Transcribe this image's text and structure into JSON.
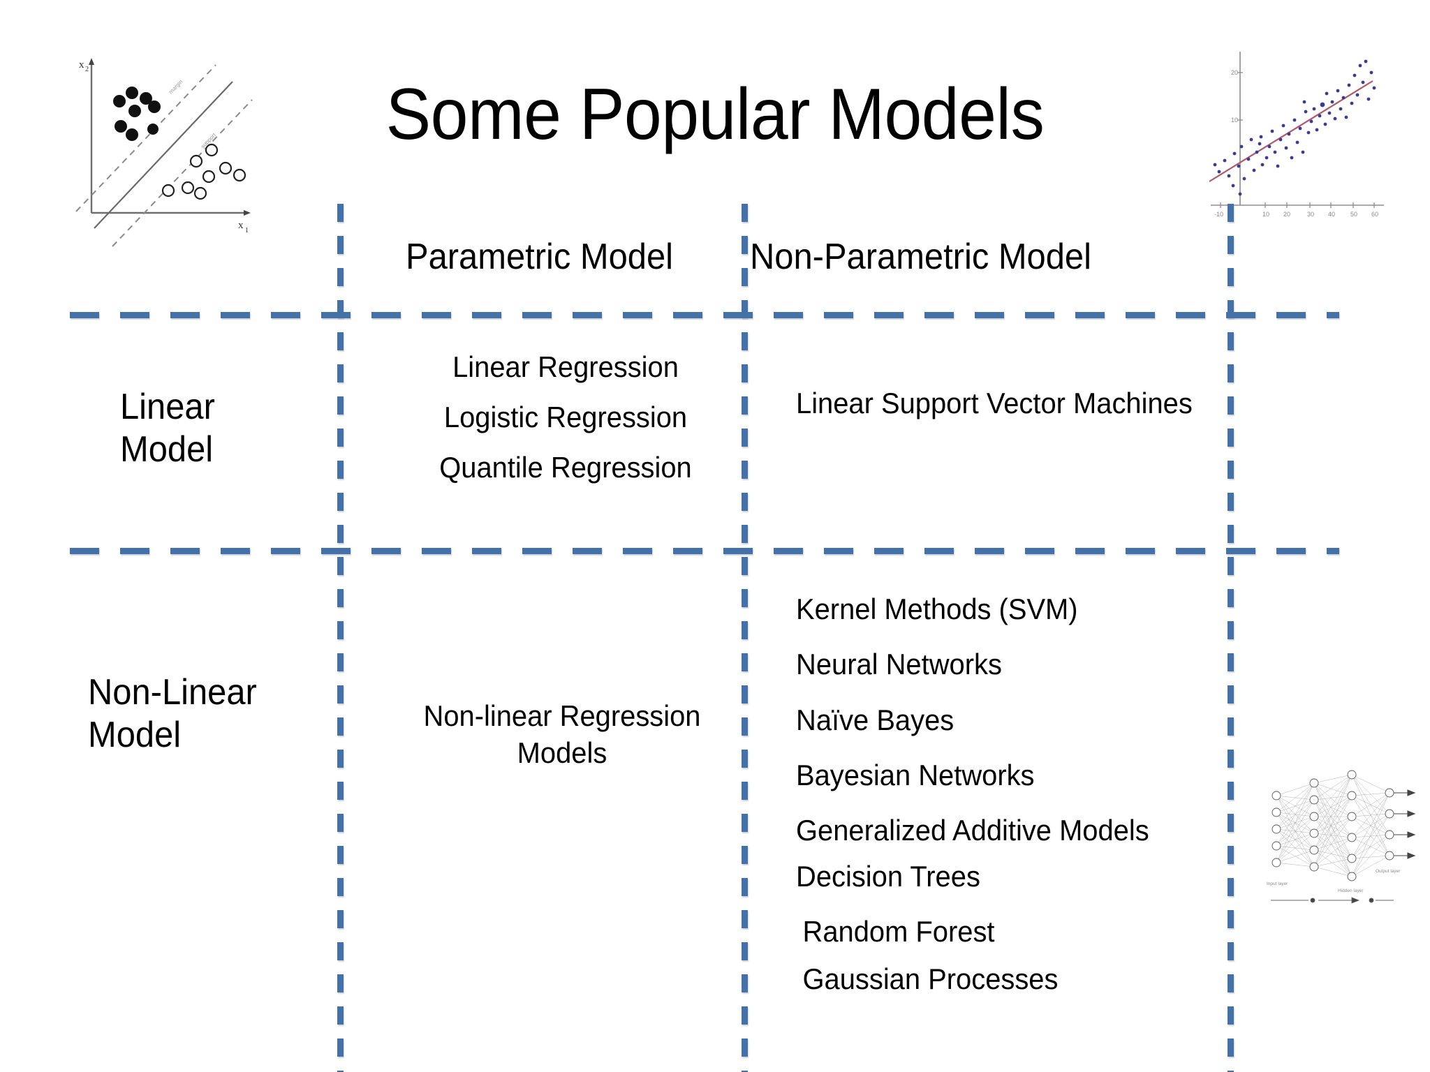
{
  "slide": {
    "title": "Some Popular Models",
    "background_color": "#ffffff",
    "grid_line_color": "#4472a8"
  },
  "table": {
    "corner_label": "",
    "column_headers": [
      "Parametric Model",
      "Non-Parametric Model"
    ],
    "row_headers": [
      {
        "line1": "Linear",
        "line2": "Model"
      },
      {
        "line1": "Non-Linear",
        "line2": "Model"
      }
    ],
    "cells": {
      "linear_parametric": [
        "Linear Regression",
        "Logistic Regression",
        "Quantile Regression"
      ],
      "linear_nonparametric": [
        "Linear Support Vector Machines"
      ],
      "nonlinear_parametric": [
        "Non-linear Regression Models"
      ],
      "nonlinear_nonparametric": [
        "Kernel Methods (SVM)",
        "Neural Networks",
        "Naïve Bayes",
        "Bayesian Networks",
        "Generalized Additive Models",
        "Decision Trees",
        "Random Forest",
        "Gaussian Processes"
      ]
    }
  },
  "figures": {
    "svm_plot": {
      "name": "svm-margin-scatter-plot",
      "x_axis_label": "x₁",
      "y_axis_label": "x₂",
      "description": "Support vector machine maximum-margin separating hyperplane with filled and hollow class points"
    },
    "regression_plot": {
      "name": "linear-regression-scatter-plot",
      "point_color": "#3b3b8f",
      "line_color": "#b05a6a",
      "description": "Scatter of points with fitted regression line"
    },
    "neural_network": {
      "name": "neural-network-diagram",
      "description": "Fully connected multilayer neural network with input, hidden and output layers"
    }
  }
}
